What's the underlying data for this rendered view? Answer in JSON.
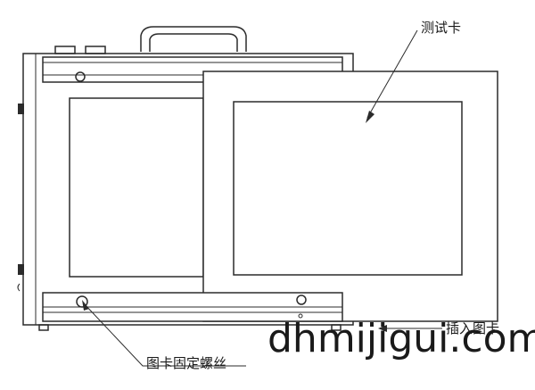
{
  "labels": {
    "test_card": "测试卡",
    "insert_card": "插入图卡",
    "card_fixing_screw": "图卡固定螺丝"
  },
  "watermark": {
    "text": "dhmijigui.com"
  },
  "colors": {
    "line": "#2b2b2b",
    "background": "#ffffff",
    "text": "#1a1a1a"
  }
}
